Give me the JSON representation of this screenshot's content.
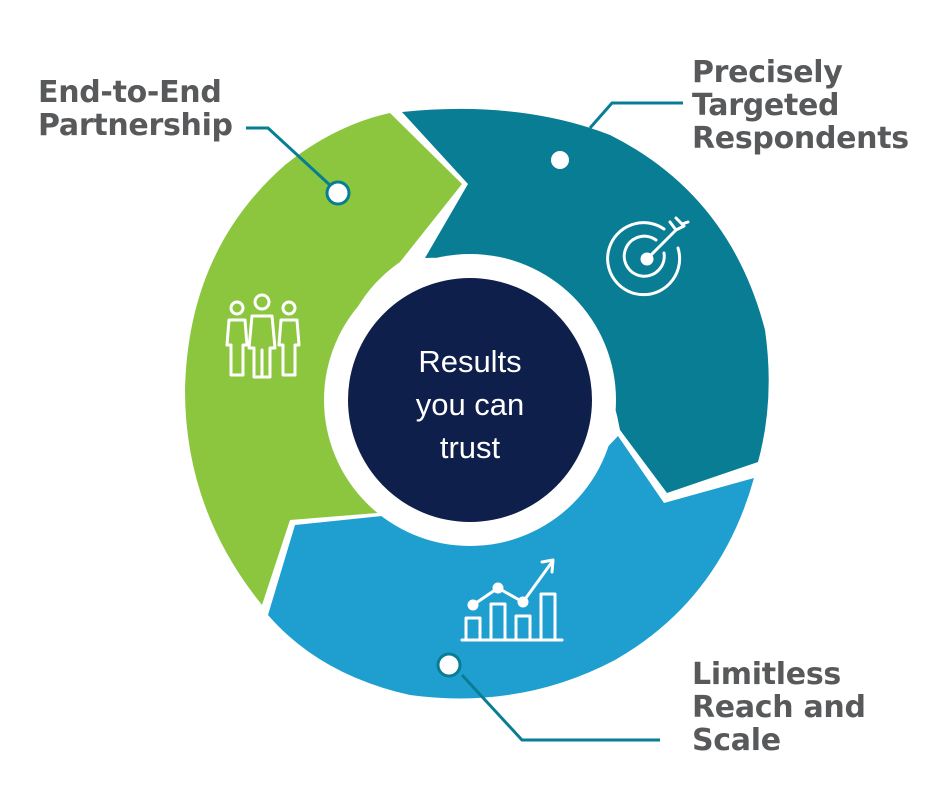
{
  "center": {
    "lines": [
      "Results",
      "you can",
      "trust"
    ]
  },
  "segments": [
    {
      "id": "end-to-end",
      "lines": [
        "End-to-End",
        "Partnership"
      ],
      "color": "#8cc63f",
      "icon": "people-group-icon"
    },
    {
      "id": "precisely-targeted",
      "lines": [
        "Precisely",
        "Targeted",
        "Respondents"
      ],
      "color": "#087d94",
      "icon": "target-arrow-icon"
    },
    {
      "id": "limitless-reach",
      "lines": [
        "Limitless",
        "Reach and",
        "Scale"
      ],
      "color": "#1e9fcf",
      "icon": "bar-chart-growth-icon"
    }
  ],
  "colors": {
    "center_fill": "#0f1f4b",
    "label_text": "#58595b",
    "connector": "#087d94",
    "ring_gap": "#ffffff"
  }
}
